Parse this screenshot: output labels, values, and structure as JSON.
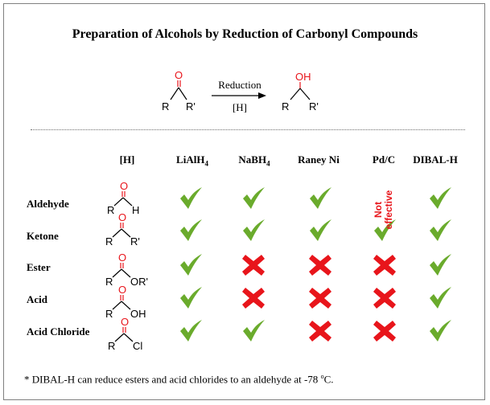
{
  "title": "Preparation of Alcohols by Reduction of Carbonyl Compounds",
  "scheme": {
    "reactant": {
      "o": "O",
      "r": "R",
      "r2": "R'"
    },
    "arrow_top": "Reduction",
    "arrow_bottom": "[H]",
    "product": {
      "oh": "OH",
      "r": "R",
      "r2": "R'"
    }
  },
  "table": {
    "h_label": "[H]",
    "reagents": [
      {
        "base": "LiAlH",
        "sub": "4"
      },
      {
        "base": "NaBH",
        "sub": "4"
      },
      {
        "base": "Raney Ni",
        "sub": ""
      },
      {
        "base": "Pd/C",
        "sub": ""
      },
      {
        "base": "DIBAL-H",
        "sub": ""
      }
    ],
    "rows": [
      {
        "name": "Aldehyde",
        "struct": {
          "o": "O",
          "r": "R",
          "end": "H"
        },
        "results": [
          "check",
          "check",
          "check",
          "not-effective",
          "check"
        ]
      },
      {
        "name": "Ketone",
        "struct": {
          "o": "O",
          "r": "R",
          "end": "R'"
        },
        "results": [
          "check",
          "check",
          "check",
          "check",
          "check"
        ]
      },
      {
        "name": "Ester",
        "struct": {
          "o": "O",
          "r": "R",
          "end": "OR'"
        },
        "results": [
          "check",
          "cross",
          "cross",
          "cross",
          "check"
        ]
      },
      {
        "name": "Acid",
        "struct": {
          "o": "O",
          "r": "R",
          "end": "OH"
        },
        "results": [
          "check",
          "cross",
          "cross",
          "cross",
          "check"
        ]
      },
      {
        "name": "Acid Chloride",
        "struct": {
          "o": "O",
          "r": "R",
          "end": "Cl"
        },
        "results": [
          "check",
          "check",
          "cross",
          "cross",
          "check"
        ]
      }
    ],
    "not_effective": {
      "line1": "Not",
      "line2": "effective"
    }
  },
  "footnote": {
    "text": "* DIBAL-H can reduce esters and acid chlorides to an aldehyde at -78 ",
    "degree": "o",
    "unit": "C."
  },
  "colors": {
    "check": "#6aab2c",
    "cross": "#e8151b",
    "oxygen": "#e8151b"
  }
}
